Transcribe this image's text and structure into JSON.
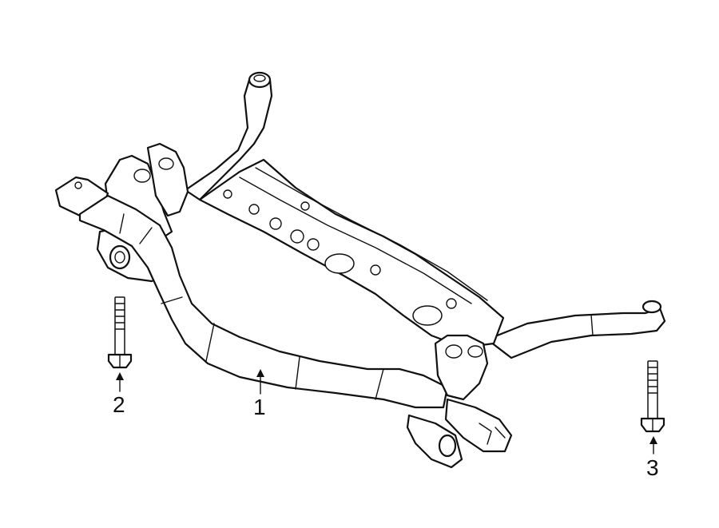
{
  "parts": [
    {
      "number": "1",
      "part": "subframe"
    },
    {
      "number": "2",
      "part": "front-mounting-bolt"
    },
    {
      "number": "3",
      "part": "rear-mounting-bolt"
    }
  ],
  "colors": {
    "line": "#111111",
    "background": "#ffffff"
  }
}
